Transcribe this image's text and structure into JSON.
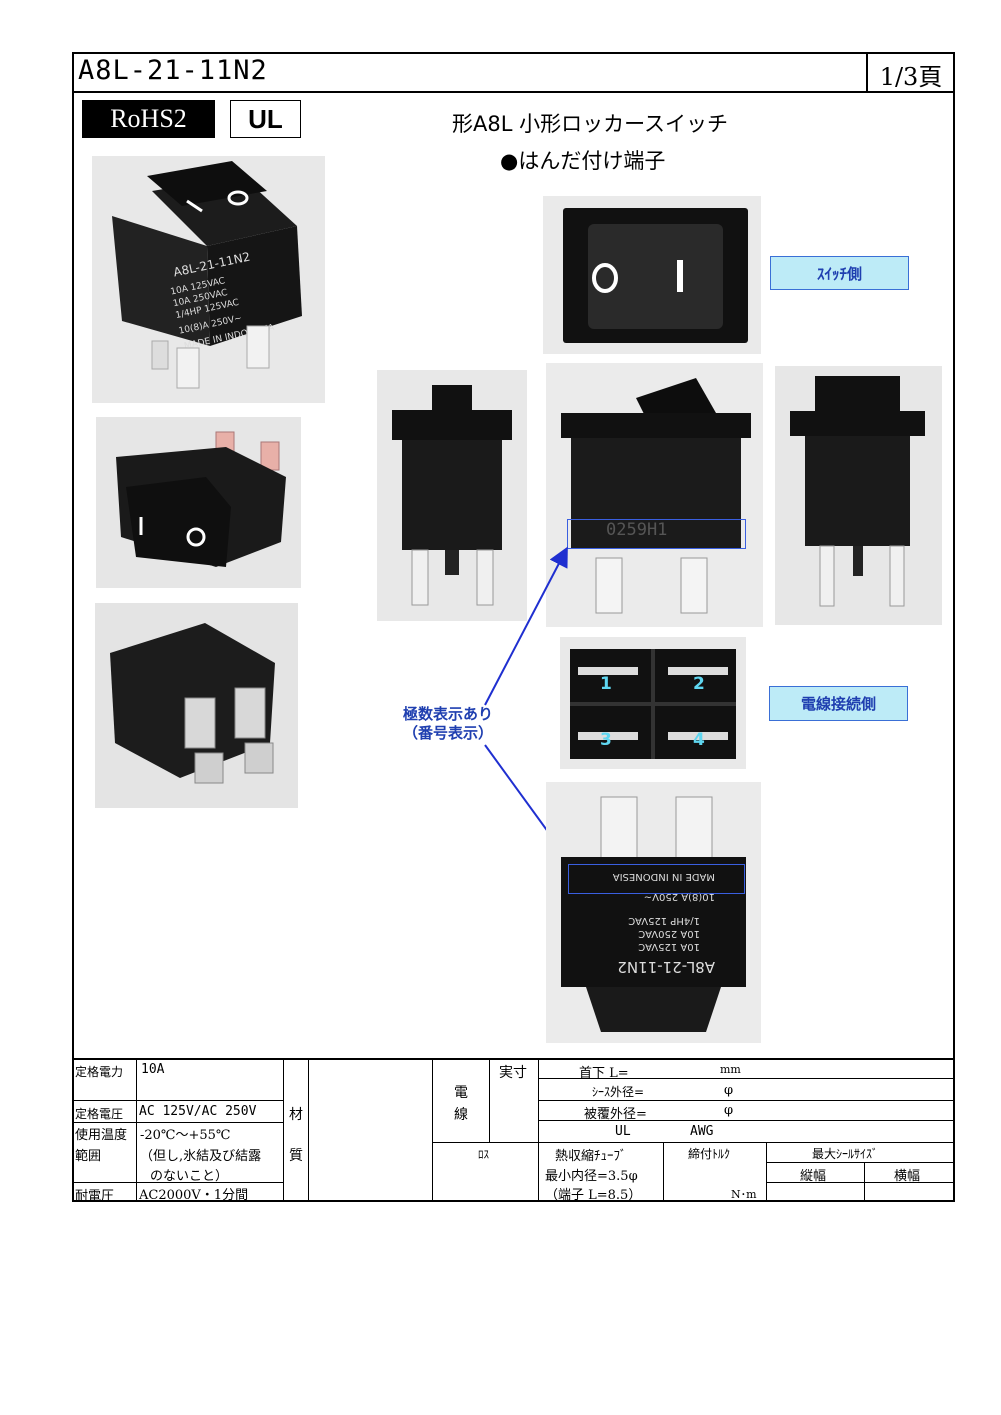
{
  "header": {
    "model": "A8L-21-11N2",
    "page": "1/3頁"
  },
  "badges": {
    "rohs": "RoHS2",
    "ul": "UL"
  },
  "title": {
    "line1": "形A8L  小形ロッカースイッチ",
    "line2": "●はんだ付け端子"
  },
  "labels": {
    "switch_side": "ｽｲｯﾁ側",
    "wire_side": "電線接続側",
    "pole_note_1": "極数表示あり",
    "pole_note_2": "（番号表示）"
  },
  "photo_text": {
    "body_model": "A8L-21-11N2",
    "rating1": "10A 125VAC",
    "rating2": "10A 250VAC",
    "rating3": "1/4HP 125VAC",
    "rating4": "10(8)A 250V~",
    "made_in": "MADE IN INDONESIA",
    "lot": "0259H1",
    "terminals": [
      "1",
      "2",
      "3",
      "4"
    ]
  },
  "spec": {
    "rated_current_label": "定格電力",
    "rated_current_value": "10A",
    "rated_voltage_label": "定格電圧",
    "rated_voltage_value": "AC 125V/AC 250V",
    "temp_label_1": "使用温度",
    "temp_label_2": "範囲",
    "temp_value_1": "-20℃～+55℃",
    "temp_value_2": "（但し,氷結及び結露",
    "temp_value_3": "のないこと）",
    "withstand_label": "耐電圧",
    "withstand_value": "AC2000V・1分間",
    "material_1": "材",
    "material_2": "質",
    "wire_1": "電",
    "wire_2": "線",
    "actual": "実寸",
    "neck": "首下  L=",
    "neck_unit": "mm",
    "sheath": "ｼｰｽ外径=",
    "sheath_unit": "φ",
    "cover": "被覆外径=",
    "cover_unit": "φ",
    "ul": "UL",
    "awg": "AWG",
    "loss": "ﾛｽ",
    "heat_tube": "熱収縮ﾁｭｰﾌﾞ",
    "min_dia": "最小内径=3.5φ",
    "terminal_len": "（端子 L=8.5）",
    "torque": "締付ﾄﾙｸ",
    "torque_unit": "N･m",
    "seal": "最大ｼｰﾙｻｲｽﾞ",
    "vertical": "縦幅",
    "horizontal": "横幅"
  }
}
